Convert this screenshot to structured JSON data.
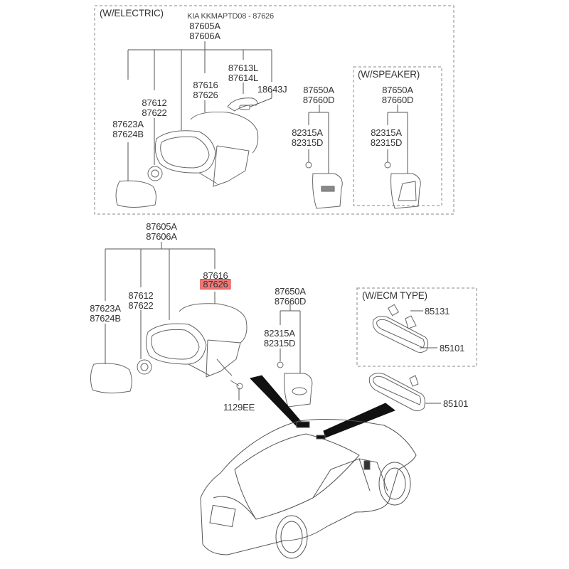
{
  "watermark": "KIA KKMAPTD08 - 87626",
  "colors": {
    "highlight_bg": "#f07878",
    "highlight_border": "#e03a3a",
    "line": "#555555",
    "dash_box": "#888888"
  },
  "top_group": {
    "box_title": "(W/ELECTRIC)",
    "assembly": [
      "87605A",
      "87606A"
    ],
    "glass": [
      "87623A",
      "87624B"
    ],
    "actuator": [
      "87612",
      "87622"
    ],
    "cover": [
      "87616",
      "87626"
    ],
    "lamp": [
      "87613L",
      "87614L"
    ],
    "bulb": "18643J",
    "garnish": [
      "87650A",
      "87660D"
    ],
    "clip": [
      "82315A",
      "82315D"
    ]
  },
  "speaker_group": {
    "box_title": "(W/SPEAKER)",
    "garnish": [
      "87650A",
      "87660D"
    ],
    "clip": [
      "82315A",
      "82315D"
    ]
  },
  "bottom_group": {
    "assembly": [
      "87605A",
      "87606A"
    ],
    "glass": [
      "87623A",
      "87624B"
    ],
    "actuator": [
      "87612",
      "87622"
    ],
    "cover": [
      "87616",
      "87626"
    ],
    "cover_highlighted": "87626",
    "bolt": "1129EE",
    "garnish": [
      "87650A",
      "87660D"
    ],
    "clip": [
      "82315A",
      "82315D"
    ]
  },
  "ecm_group": {
    "box_title": "(W/ECM TYPE)",
    "connector": "85131",
    "mirror": "85101"
  },
  "inside_mirror": "85101"
}
